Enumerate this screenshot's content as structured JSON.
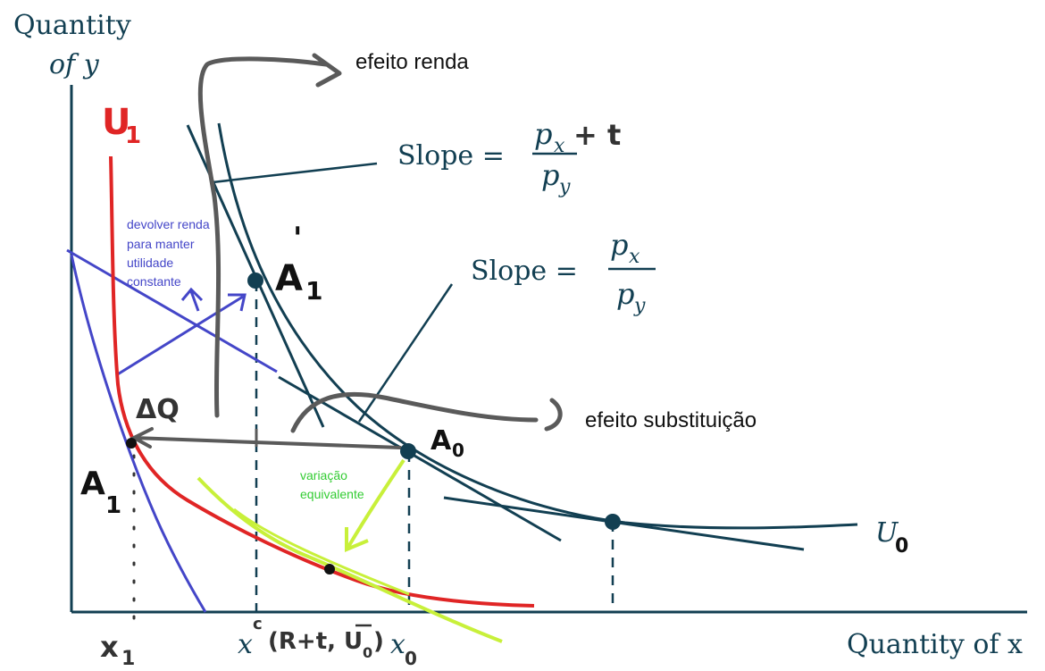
{
  "axes": {
    "y_label_line1": "Quantity",
    "y_label_line2": "of y",
    "x_label": "Quantity of x"
  },
  "annotations": {
    "efeito_renda": "efeito renda",
    "efeito_substituicao": "efeito substituição",
    "devolver_renda": [
      "devolver renda",
      "para manter",
      "utilidade",
      "constante"
    ],
    "variacao_equivalente": [
      "variação",
      "equivalente"
    ],
    "slope_eq": "Slope =",
    "slope1_num_px": "p",
    "slope1_num_px_sub": "x",
    "slope1_num_plus_t": "+ t",
    "slope1_den_py": "p",
    "slope1_den_py_sub": "y",
    "slope2_num_px": "p",
    "slope2_num_px_sub": "x",
    "slope2_den_py": "p",
    "slope2_den_py_sub": "y"
  },
  "curve_labels": {
    "u1": "U",
    "u1_sub": "1",
    "u0": "U",
    "u0_sub": "0"
  },
  "points": {
    "a1_prime": "A",
    "a1_prime_mark": "'",
    "a1_prime_sub": "1",
    "a0": "A",
    "a0_sub": "0",
    "a1": "A",
    "a1_sub": "1",
    "delta": "ΔQ"
  },
  "x_ticks": {
    "x1": "x",
    "x1_sub": "1",
    "xc": "x",
    "xc_sup": "c",
    "xc_args": "(R+t, U",
    "xc_args_bar": "0",
    "xc_close": ")",
    "x0": "x",
    "x0_sub": "0"
  },
  "colors": {
    "ink": "#123f52",
    "red": "#e02525",
    "blue": "#4446c8",
    "lime": "#c8f03a",
    "green": "#33cc33",
    "gray": "#5a5a5a"
  }
}
